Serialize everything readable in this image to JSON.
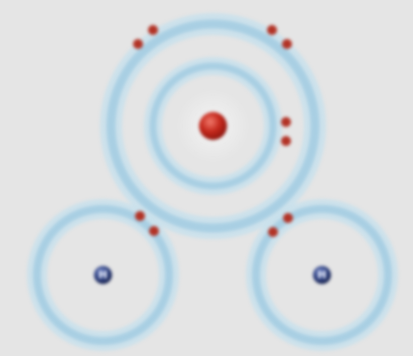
{
  "diagram": {
    "molecule": "water",
    "atoms": [
      {
        "id": "oxygen",
        "role": "central",
        "nucleus_color": "#c4281c",
        "shells": 2,
        "label": ""
      },
      {
        "id": "hydrogen-left",
        "role": "bonded",
        "nucleus_color": "#2a3c7c",
        "shells": 1,
        "label": "H"
      },
      {
        "id": "hydrogen-right",
        "role": "bonded",
        "nucleus_color": "#2a3c7c",
        "shells": 1,
        "label": "H"
      }
    ],
    "electron_pairs": [
      {
        "id": "lone-pair-top-left",
        "type": "lone pair"
      },
      {
        "id": "lone-pair-top-right",
        "type": "lone pair"
      },
      {
        "id": "lone-pair-right",
        "type": "lone pair"
      },
      {
        "id": "bonding-pair-left",
        "type": "shared pair"
      },
      {
        "id": "bonding-pair-right",
        "type": "shared pair"
      }
    ],
    "colors": {
      "background": "#e5e5e5",
      "shell_ring": "#a9cfe3",
      "shell_ring_light": "#c8e0ec",
      "electron": "#b23326",
      "oxygen_nucleus": "#c4281c",
      "hydrogen_nucleus": "#2a3c7c"
    }
  }
}
